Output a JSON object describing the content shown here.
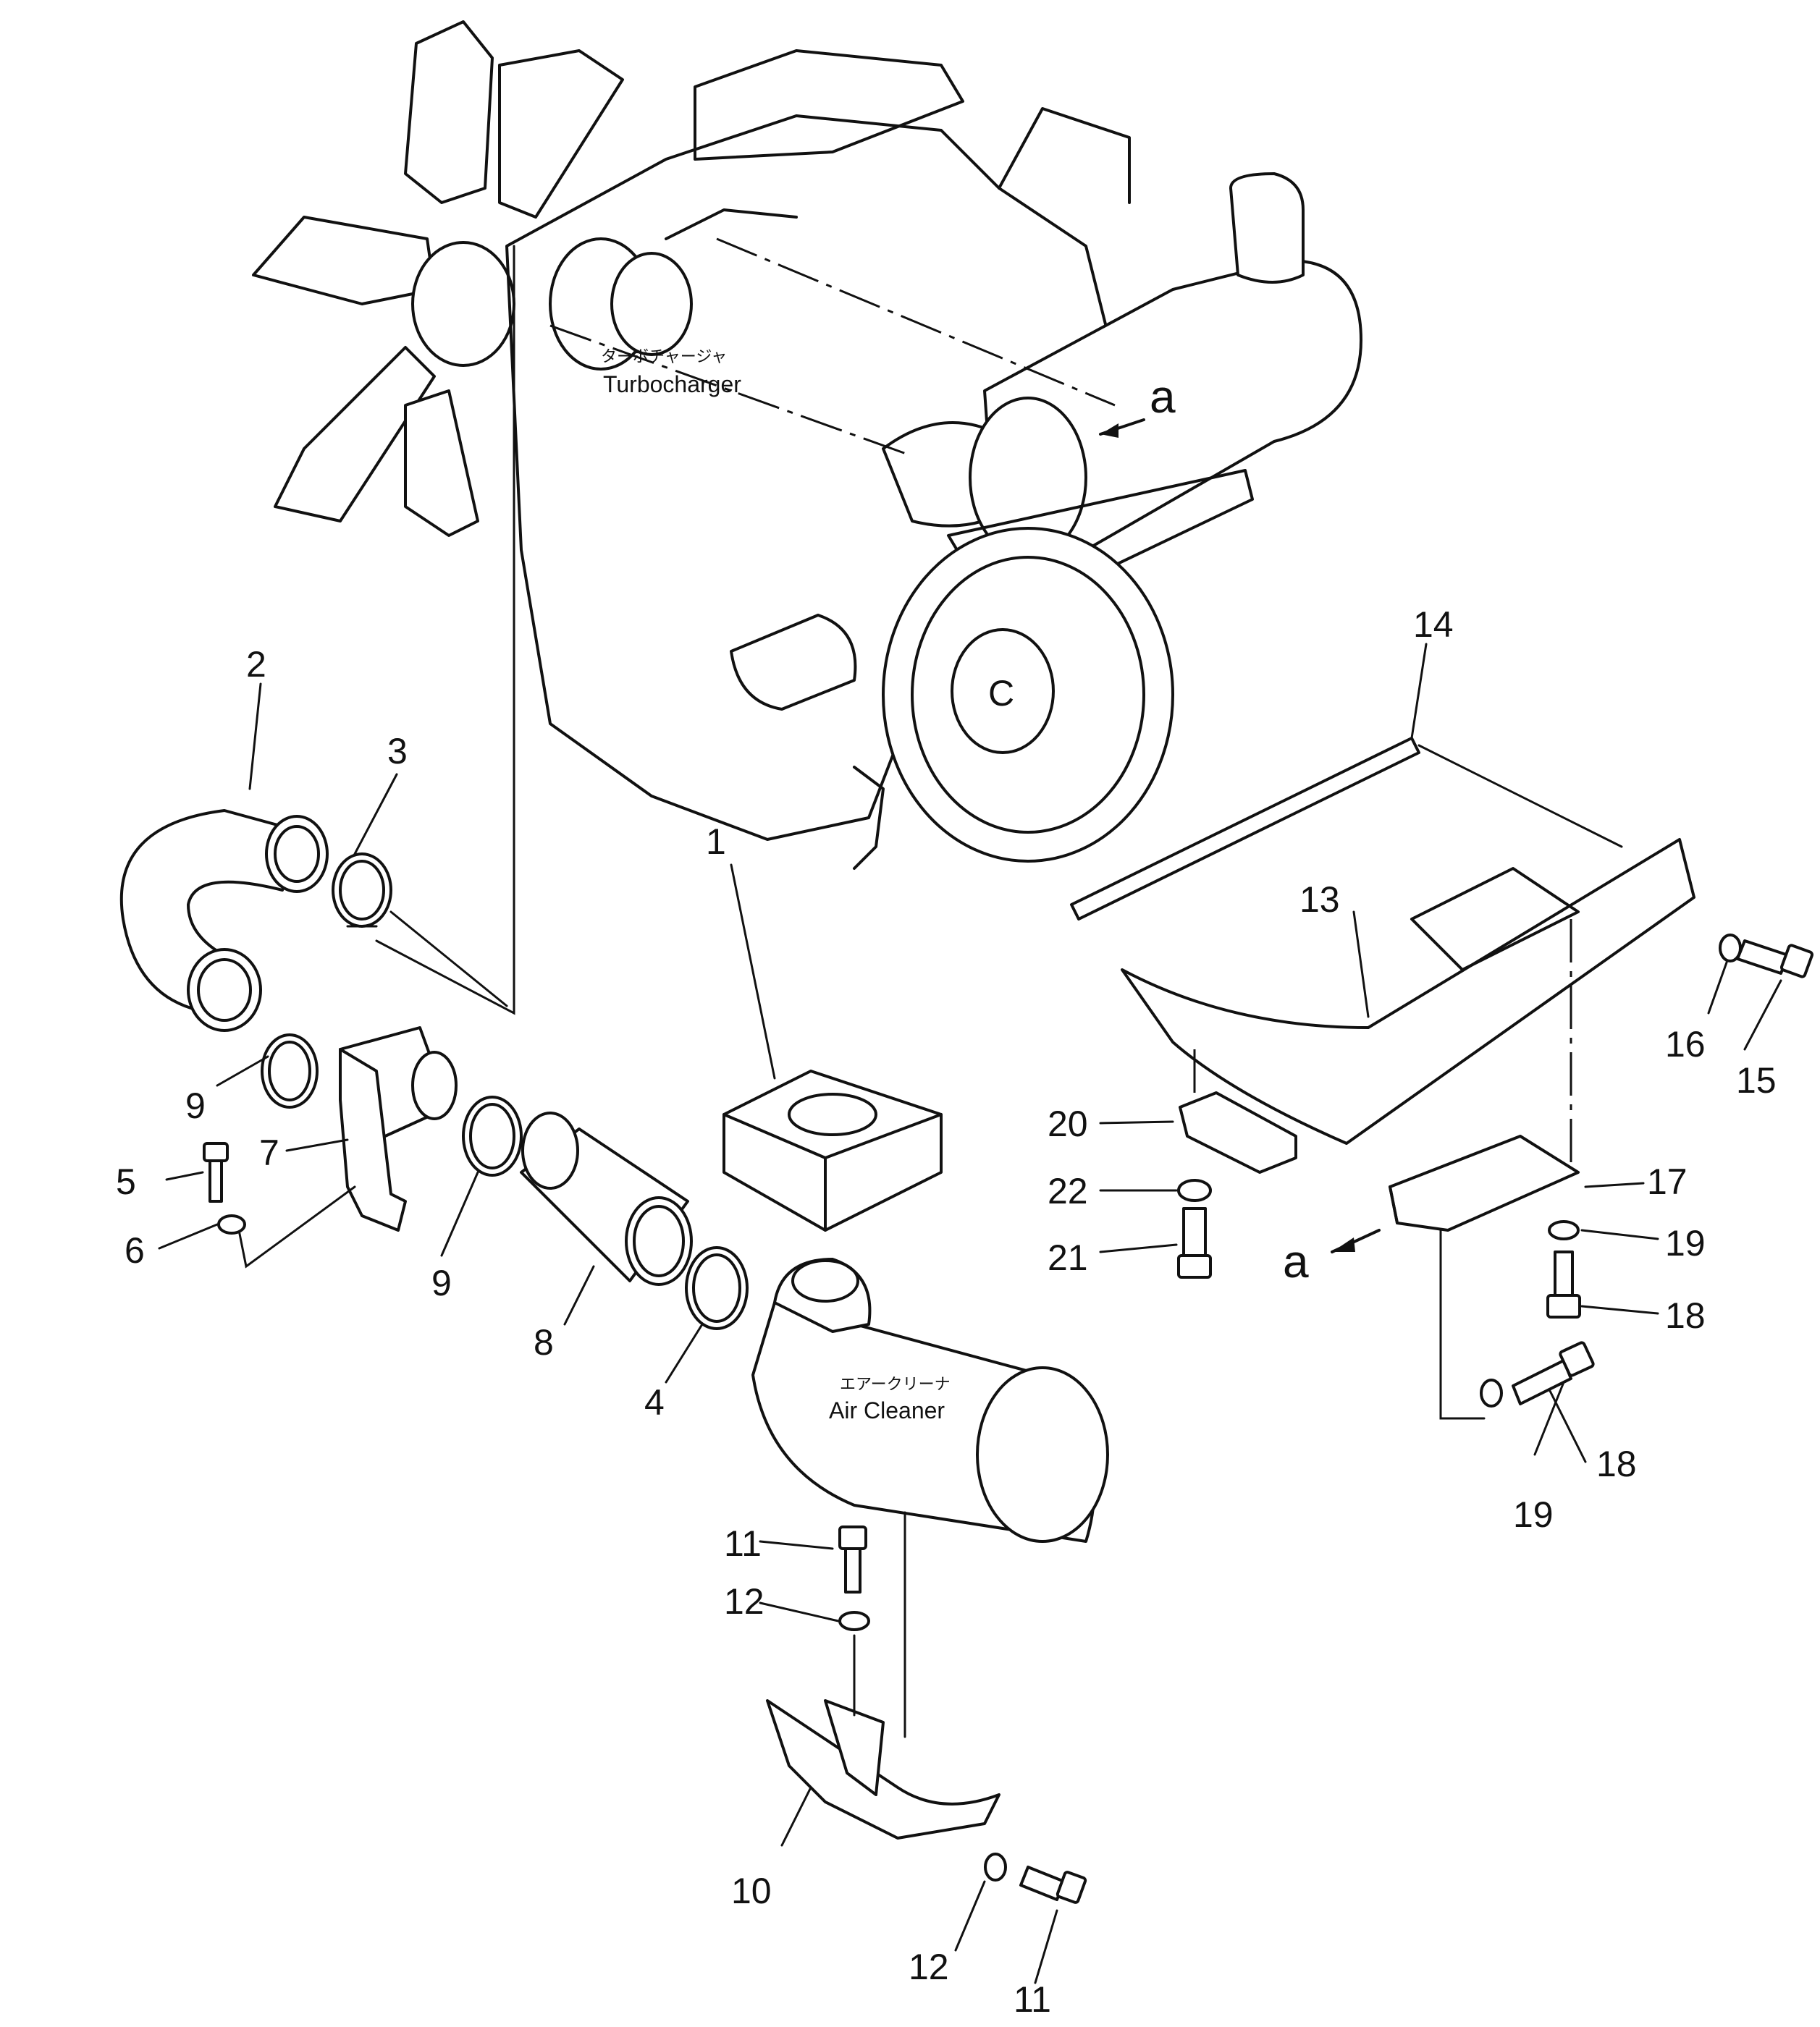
{
  "labels": {
    "turbocharger_jp": "ターボチャージャ",
    "turbocharger_en": "Turbocharger",
    "air_cleaner_jp": "エアークリーナ",
    "air_cleaner_en": "Air  Cleaner",
    "view_a_top": "a",
    "view_a_bottom": "a",
    "flywheel_c": "C"
  },
  "callouts": {
    "p1": "1",
    "p2": "2",
    "p3": "3",
    "p4": "4",
    "p5": "5",
    "p6": "6",
    "p7": "7",
    "p8": "8",
    "p9a": "9",
    "p9b": "9",
    "p10": "10",
    "p11a": "11",
    "p11b": "11",
    "p12a": "12",
    "p12b": "12",
    "p13": "13",
    "p14": "14",
    "p15": "15",
    "p16": "16",
    "p17": "17",
    "p18a": "18",
    "p18b": "18",
    "p19a": "19",
    "p19b": "19",
    "p20": "20",
    "p21": "21",
    "p22": "22"
  }
}
